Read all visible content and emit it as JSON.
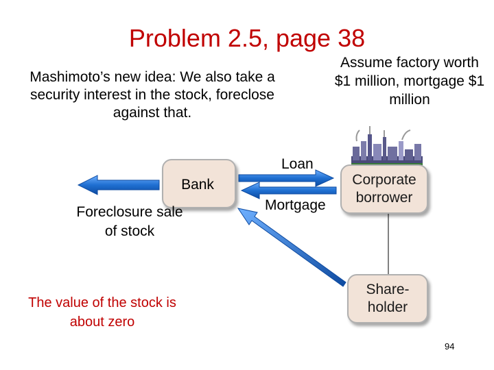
{
  "title": "Problem 2.5, page 38",
  "idea_text": "Mashimoto’s new idea: We also take a security interest in the stock, foreclose against that.",
  "assumption_text": "Assume factory worth $1 million, mortgage $1 million",
  "nodes": {
    "bank": "Bank",
    "corporate_borrower": "Corporate borrower",
    "shareholder": "Share-holder"
  },
  "edges": {
    "loan": "Loan",
    "mortgage": "Mortgage",
    "foreclosure": "Foreclosure sale of stock"
  },
  "note": "The value of the stock is about zero",
  "page_number": "94",
  "colors": {
    "title": "#c00000",
    "arrow_fill": "#1f6fd1",
    "box_fill": "#f2e3d8",
    "note": "#c00000"
  },
  "icons": [
    "factory-skyline-icon"
  ]
}
